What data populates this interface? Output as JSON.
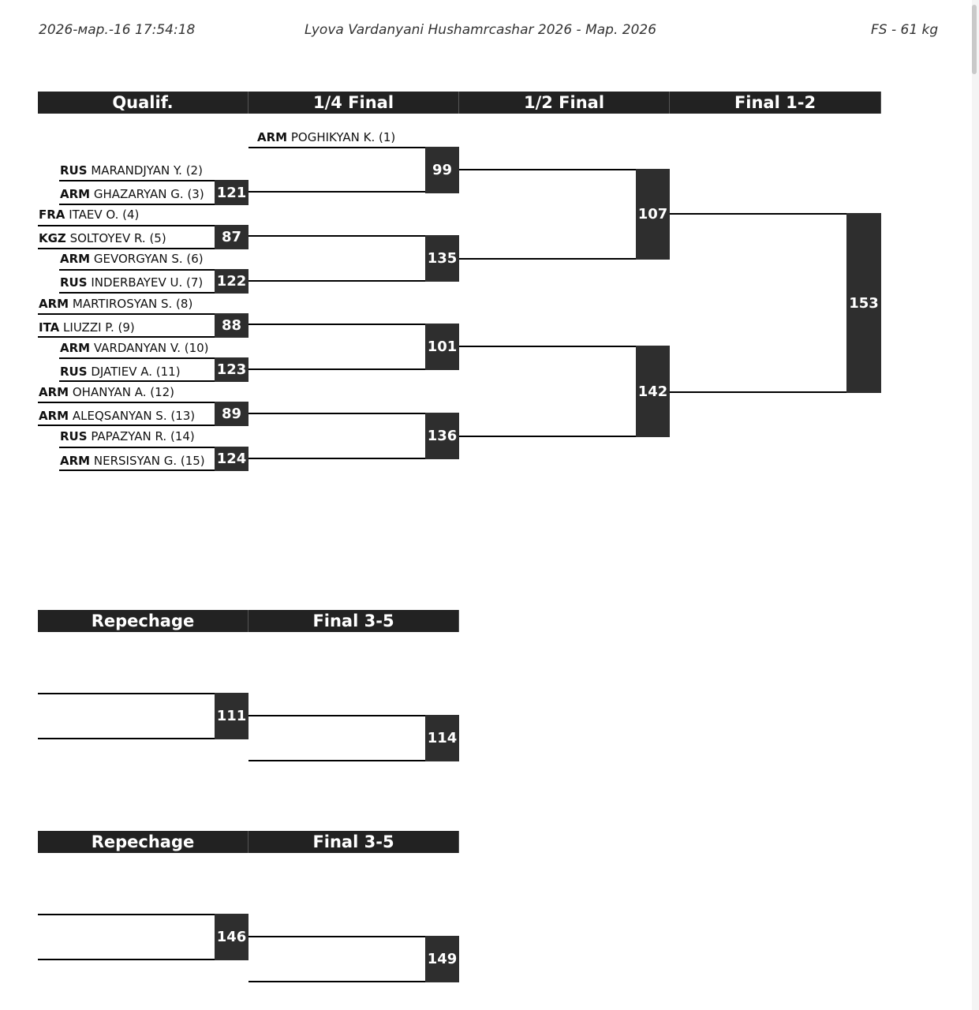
{
  "header": {
    "datetime": "2026-мар.-16 17:54:18",
    "event": "Lyova Vardanyani Hushamrcashar 2026 - Мар. 2026",
    "category": "FS - 61 kg"
  },
  "main_headers": [
    "Qualif.",
    "1/4 Final",
    "1/2 Final",
    "Final 1-2"
  ],
  "rep_headers": [
    "Repechage",
    "Final 3-5"
  ],
  "wrestlers": [
    {
      "country": "ARM",
      "name": "POGHIKYAN K. (1)"
    },
    {
      "country": "RUS",
      "name": "MARANDJYAN Y. (2)"
    },
    {
      "country": "ARM",
      "name": "GHAZARYAN G. (3)"
    },
    {
      "country": "FRA",
      "name": "ITAEV O. (4)"
    },
    {
      "country": "KGZ",
      "name": "SOLTOYEV R. (5)"
    },
    {
      "country": "ARM",
      "name": "GEVORGYAN S. (6)"
    },
    {
      "country": "RUS",
      "name": "INDERBAYEV U. (7)"
    },
    {
      "country": "ARM",
      "name": "MARTIROSYAN S. (8)"
    },
    {
      "country": "ITA",
      "name": "LIUZZI P. (9)"
    },
    {
      "country": "ARM",
      "name": "VARDANYAN V. (10)"
    },
    {
      "country": "RUS",
      "name": "DJATIEV A. (11)"
    },
    {
      "country": "ARM",
      "name": "OHANYAN A. (12)"
    },
    {
      "country": "ARM",
      "name": "ALEQSANYAN S. (13)"
    },
    {
      "country": "RUS",
      "name": "PAPAZYAN R. (14)"
    },
    {
      "country": "ARM",
      "name": "NERSISYAN G. (15)"
    }
  ],
  "bouts": {
    "q_121": "121",
    "q_87": "87",
    "q_122": "122",
    "q_88": "88",
    "q_123": "123",
    "q_89": "89",
    "q_124": "124",
    "qf_99": "99",
    "qf_135": "135",
    "qf_101": "101",
    "qf_136": "136",
    "sf_107": "107",
    "sf_142": "142",
    "f_153": "153",
    "rep1_111": "111",
    "rep1_114": "114",
    "rep2_146": "146",
    "rep2_149": "149"
  }
}
